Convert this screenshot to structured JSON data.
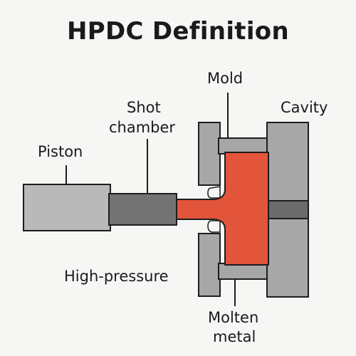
{
  "title": "HPDC Definition",
  "labels": {
    "mold": "Mold",
    "cavity": "Cavity",
    "shot_chamber_line1": "Shot",
    "shot_chamber_line2": "chamber",
    "piston": "Piston",
    "high_pressure": "High-pressure",
    "molten_metal_line1": "Molten",
    "molten_metal_line2": "metal"
  },
  "colors": {
    "background": "#f6f6f4",
    "molten": "#e2553a",
    "piston": "#b9b9b9",
    "shot_chamber": "#737373",
    "mold": "#a7a7a7",
    "outline": "#1d1d1d"
  }
}
